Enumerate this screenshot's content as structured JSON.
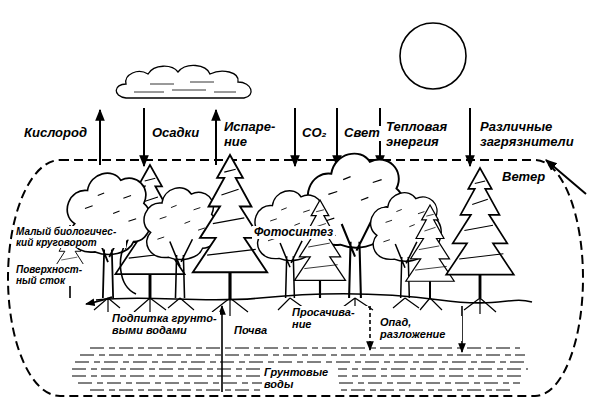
{
  "diagram": {
    "labels": [
      "Кислород",
      "Осадки",
      "Испаре- ние",
      "CO₂",
      "Свет",
      "Тепловая энергия",
      "Различные загрязнители",
      "Ветер",
      "Фотосинтез",
      "Малый биологичес- кий круговорот",
      "Поверхност- ный сток",
      "Подпитка грунто- выми водами",
      "Почва",
      "Просачива- ние",
      "Опад, разложение",
      "Грунтовые воды"
    ]
  }
}
